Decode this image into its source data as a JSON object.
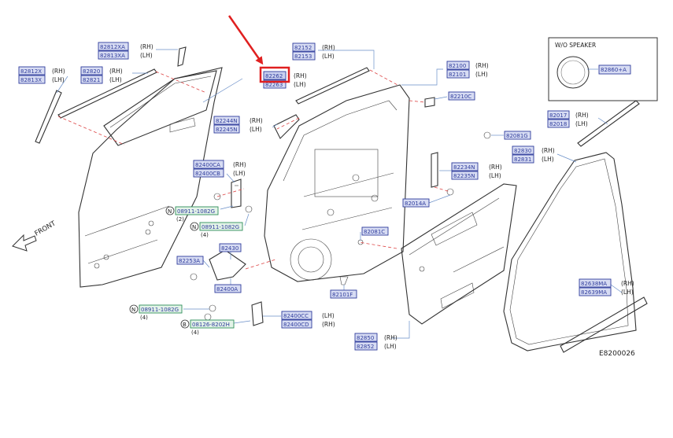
{
  "diagram_id": "E8200026",
  "front_label": "FRONT",
  "side": {
    "rh": "(RH)",
    "lh": "(LH)"
  },
  "speaker_box": {
    "title": "W/O  SPEAKER",
    "part": "82860+A"
  },
  "parts": {
    "p82812XA": "82812XA",
    "p82813XA": "82813XA",
    "p82812X": "82812X",
    "p82813X": "82813X",
    "p82820": "82820",
    "p82821": "82821",
    "p82152": "82152",
    "p82153": "82153",
    "p82262": "82262",
    "p82263": "82263",
    "p82100": "82100",
    "p82101": "82101",
    "p82210C": "82210C",
    "p82244N": "82244N",
    "p82245N": "82245N",
    "p82017": "82017",
    "p82018": "82018",
    "p82081G": "82081G",
    "p82830": "82830",
    "p82831": "82831",
    "p82400CA": "82400CA",
    "p82400CB": "82400CB",
    "p82234N": "82234N",
    "p82235N": "82235N",
    "p82014A": "82014A",
    "p82081C": "82081C",
    "p82430": "82430",
    "p82253A": "82253A",
    "p82638MA": "82638MA",
    "p82639MA": "82639MA",
    "p82400A": "82400A",
    "p82101F": "82101F",
    "p82400CC": "82400CC",
    "p82400CD": "82400CD",
    "p82850": "82850",
    "p82852": "82852"
  },
  "hardware": {
    "h1": {
      "prefix": "N",
      "code": "08911-1082G",
      "qty": "(2)"
    },
    "h2": {
      "prefix": "N",
      "code": "08911-1082G",
      "qty": "(4)"
    },
    "h3": {
      "prefix": "N",
      "code": "08911-1082G",
      "qty": "(4)"
    },
    "h4": {
      "prefix": "B",
      "code": "08126-8202H",
      "qty": "(4)"
    }
  },
  "colors": {
    "part_fill": "#d7dcf3",
    "part_text": "#2f3c9c",
    "highlight": "#e02020",
    "pointer": "#e02020"
  }
}
